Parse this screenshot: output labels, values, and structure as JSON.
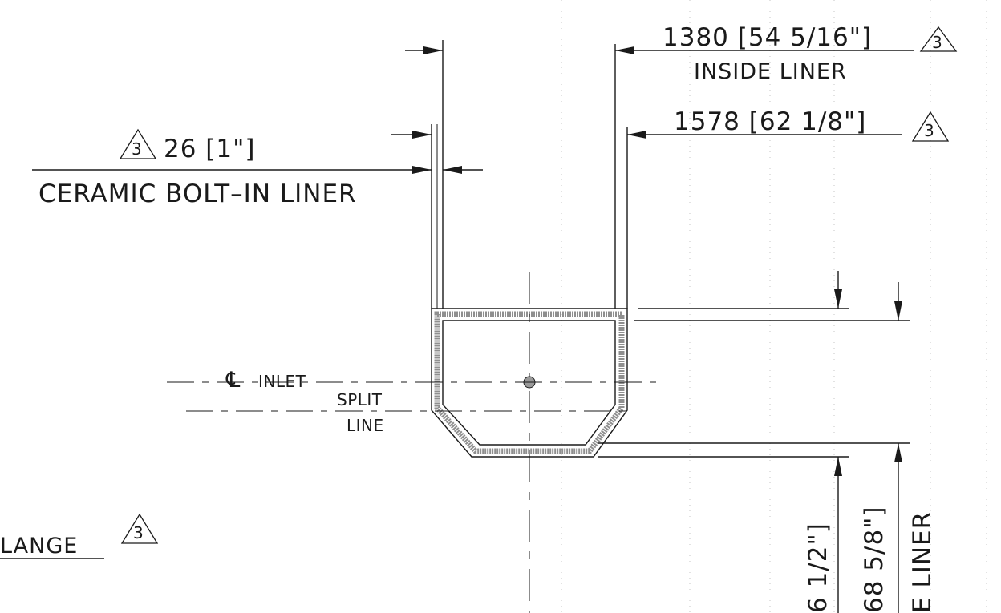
{
  "dimensions": {
    "inside_liner_width": "1380 [54 5/16\"]",
    "inside_liner_label": "INSIDE LINER",
    "outer_width": "1578 [62 1/8\"]",
    "liner_thickness": "26 [1\"]",
    "liner_type": "CERAMIC BOLT–IN LINER",
    "vertical_dim_1": "6 1/2\"]",
    "vertical_dim_2": "68 5/8\"]",
    "vertical_dim_2_label": "E LINER"
  },
  "labels": {
    "centerline_symbol": "℄",
    "inlet": "INLET",
    "split_line_1": "SPLIT",
    "split_line_2": "LINE",
    "flange": "LANGE"
  },
  "revision_marker": "3"
}
